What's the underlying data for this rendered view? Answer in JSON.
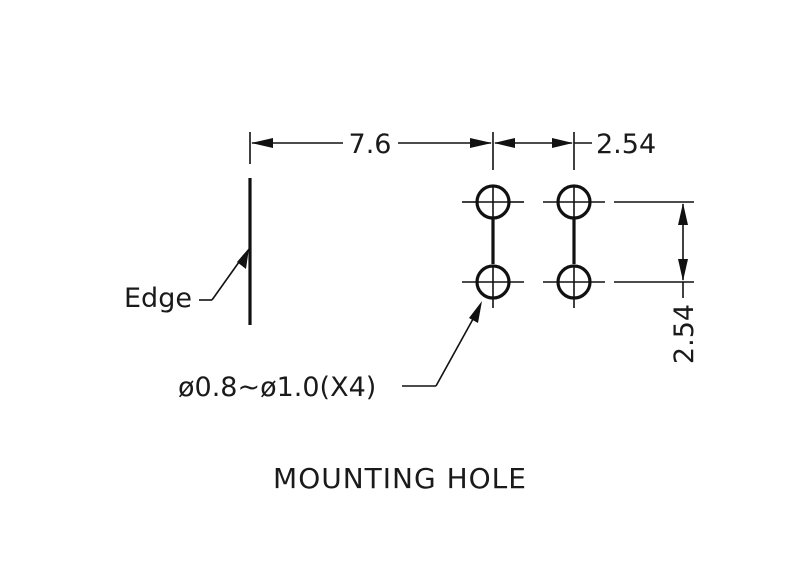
{
  "dimensions": {
    "pitch_horizontal_offset": "7.6",
    "pitch_horizontal": "2.54",
    "pitch_vertical": "2.54"
  },
  "labels": {
    "edge": "Edge",
    "hole_spec": "ø0.8~ø1.0(X4)"
  },
  "title": "MOUNTING  HOLE"
}
